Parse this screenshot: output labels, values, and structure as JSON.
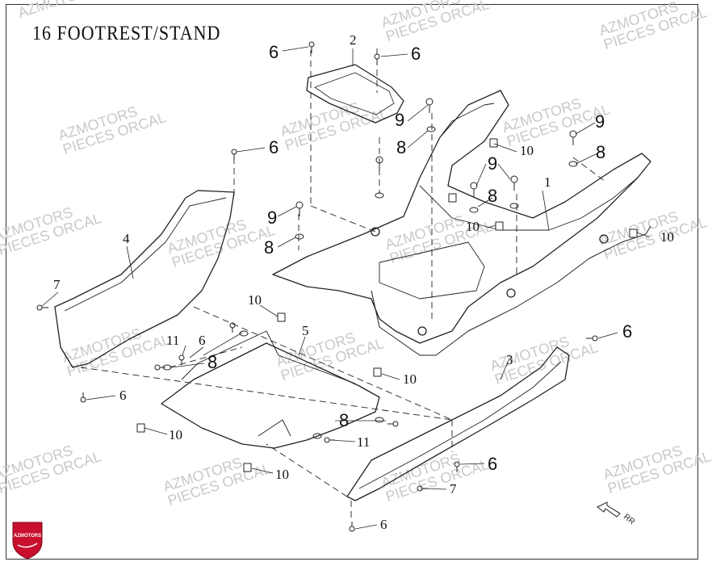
{
  "title": "16  FOOTREST/STAND",
  "watermark": {
    "line1": "AZMOTORS",
    "line2": "PIECES ORCAL"
  },
  "logo": {
    "text": "AZMOTORS",
    "color": "#c8102e"
  },
  "direction_label": "RR",
  "callouts": [
    {
      "id": "c1",
      "text": "1"
    },
    {
      "id": "c2",
      "text": "2"
    },
    {
      "id": "c3",
      "text": "3"
    },
    {
      "id": "c4",
      "text": "4"
    },
    {
      "id": "c5",
      "text": "5"
    },
    {
      "id": "c6a",
      "text": "6"
    },
    {
      "id": "c6b",
      "text": "6"
    },
    {
      "id": "c6c",
      "text": "6"
    },
    {
      "id": "c6d",
      "text": "6"
    },
    {
      "id": "c6e",
      "text": "6"
    },
    {
      "id": "c6f",
      "text": "6"
    },
    {
      "id": "c6g",
      "text": "6"
    },
    {
      "id": "c6h",
      "text": "6"
    },
    {
      "id": "c7a",
      "text": "7"
    },
    {
      "id": "c7b",
      "text": "7"
    },
    {
      "id": "c8a",
      "text": "8"
    },
    {
      "id": "c8b",
      "text": "8"
    },
    {
      "id": "c8c",
      "text": "8"
    },
    {
      "id": "c8d",
      "text": "8"
    },
    {
      "id": "c8e",
      "text": "8"
    },
    {
      "id": "c8f",
      "text": "8"
    },
    {
      "id": "c9a",
      "text": "9"
    },
    {
      "id": "c9b",
      "text": "9"
    },
    {
      "id": "c9c",
      "text": "9"
    },
    {
      "id": "c9d",
      "text": "9"
    },
    {
      "id": "c10a",
      "text": "10"
    },
    {
      "id": "c10b",
      "text": "10"
    },
    {
      "id": "c10c",
      "text": "10"
    },
    {
      "id": "c10d",
      "text": "10"
    },
    {
      "id": "c10e",
      "text": "10"
    },
    {
      "id": "c10f",
      "text": "10"
    },
    {
      "id": "c10g",
      "text": "10"
    },
    {
      "id": "c11a",
      "text": "11"
    },
    {
      "id": "c11b",
      "text": "11"
    }
  ]
}
